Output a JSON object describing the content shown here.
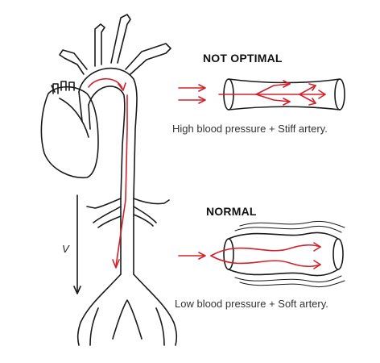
{
  "not_optimal": {
    "heading": "NOT OPTIMAL",
    "caption": "High blood pressure + Stiff artery."
  },
  "normal": {
    "heading": "NORMAL",
    "caption": "Low blood pressure + Soft artery."
  },
  "velocity_label": "V",
  "colors": {
    "line": "#1a1a1a",
    "flow": "#d3202a",
    "background": "#ffffff"
  }
}
